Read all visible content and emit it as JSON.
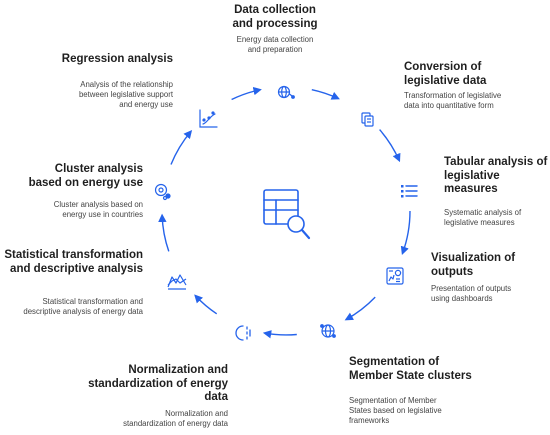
{
  "accent_color": "#2563eb",
  "center_icon": "table-search-icon",
  "steps": [
    {
      "title": "Data collection\nand processing",
      "description": "Energy data collection\nand preparation",
      "icon": "globe-network-icon"
    },
    {
      "title": "Conversion of\nlegislative data",
      "description": "Transformation of legislative\ndata into quantitative form",
      "icon": "document-copy-icon"
    },
    {
      "title": "Tabular analysis of\nlegislative\nmeasures",
      "description": "Systematic analysis of\nlegislative measures",
      "icon": "list-icon"
    },
    {
      "title": "Visualization of\noutputs",
      "description": "Presentation of outputs\nusing dashboards",
      "icon": "dashboard-icon"
    },
    {
      "title": "Segmentation of\nMember State clusters",
      "description": "Segmentation of Member\nStates based on legislative\nframeworks",
      "icon": "network-globe-icon"
    },
    {
      "title": "Normalization and\nstandardization of energy data",
      "description": "Normalization and\nstandardization of energy data",
      "icon": "normalize-icon"
    },
    {
      "title": "Statistical transformation\nand descriptive analysis",
      "description": "Statistical transformation and\ndescriptive analysis of energy data",
      "icon": "area-chart-icon"
    },
    {
      "title": "Cluster analysis\nbased on energy use",
      "description": "Cluster analysis based on\nenergy use in countries",
      "icon": "cluster-icon"
    },
    {
      "title": "Regression analysis",
      "description": "Analysis of the relationship\nbetween legislative support\nand energy use",
      "icon": "regression-icon"
    }
  ]
}
